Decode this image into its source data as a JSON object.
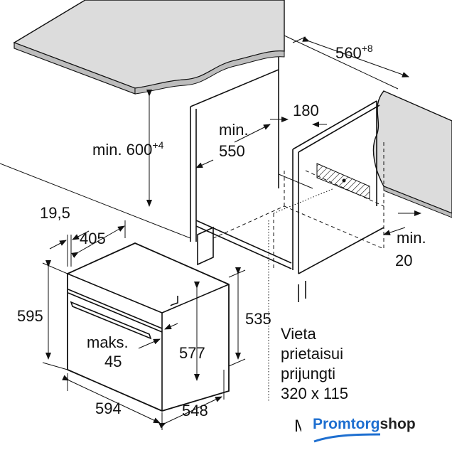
{
  "diagram": {
    "title": "Built-in oven installation dimensions",
    "labels": {
      "width_niche": "560",
      "width_niche_tol": "+8",
      "height_niche": "min. 600",
      "height_niche_tol": "+4",
      "depth_min_1": "min.",
      "depth_min_2": "550",
      "back_gap": "180",
      "side_min_1": "min.",
      "side_min_2": "20",
      "front_offset": "19,5",
      "top_depth": "405",
      "oven_height": "595",
      "oven_body_height": "535",
      "inner_height": "577",
      "max_1": "maks.",
      "max_2": "45",
      "oven_width": "594",
      "oven_depth": "548",
      "connection_1": "Vieta",
      "connection_2": "prietaisui",
      "connection_3": "prijungti",
      "connection_4": "320 x 115"
    }
  },
  "watermark": {
    "stub": "M",
    "brand_part1": "Promtorg",
    "brand_part2": "shop",
    "brand_color": "#1e6fd0"
  }
}
